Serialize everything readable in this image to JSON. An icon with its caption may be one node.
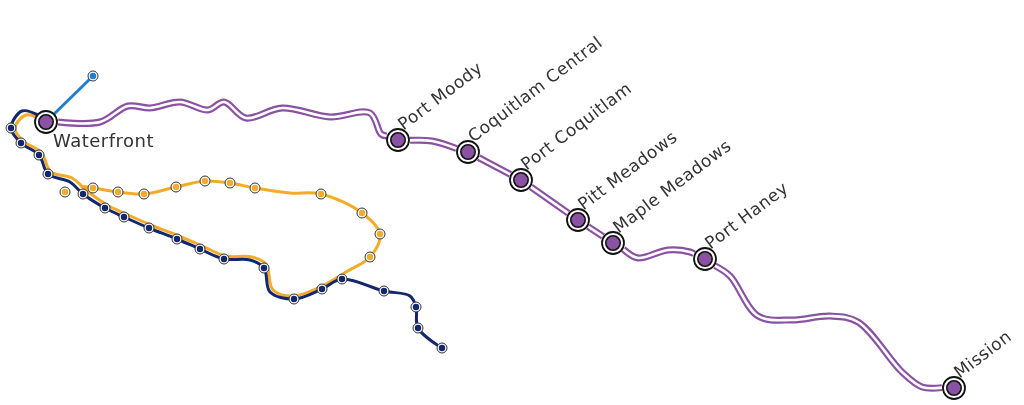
{
  "diagram": {
    "nodes": [
      {
        "text": [
          "Waterfront"
        ]
      },
      {
        "text": [
          "Port Moody"
        ]
      },
      {
        "text": [
          "Coquitlam Central"
        ]
      },
      {
        "text": [
          "Port Coquitlam"
        ]
      },
      {
        "text": [
          "Pitt Meadows"
        ]
      },
      {
        "text": [
          "Maple Meadows"
        ]
      },
      {
        "text": [
          "Port Haney"
        ]
      },
      {
        "text": [
          "Mission"
        ]
      }
    ],
    "edges": [
      {
        "from": 0,
        "to": 1,
        "arrow": "none"
      },
      {
        "from": 1,
        "to": 2,
        "arrow": "none"
      },
      {
        "from": 2,
        "to": 3,
        "arrow": "none"
      },
      {
        "from": 3,
        "to": 4,
        "arrow": "none"
      },
      {
        "from": 4,
        "to": 5,
        "arrow": "none"
      },
      {
        "from": 5,
        "to": 6,
        "arrow": "none"
      },
      {
        "from": 6,
        "to": 7,
        "arrow": "none"
      }
    ]
  }
}
